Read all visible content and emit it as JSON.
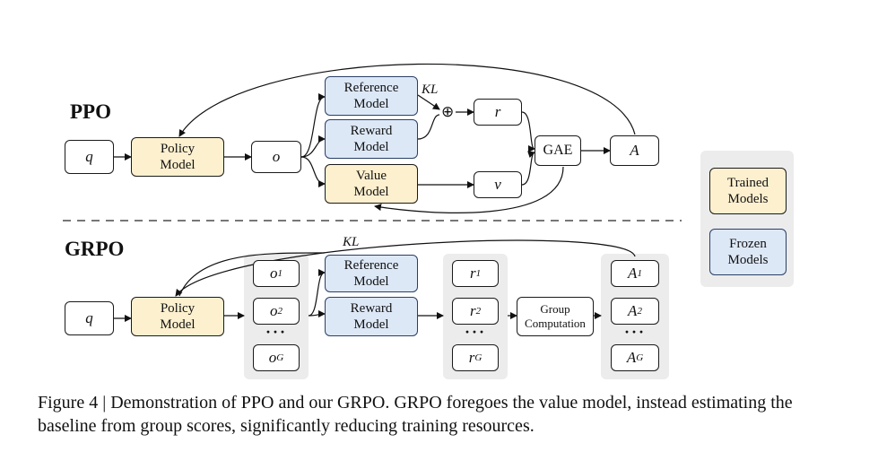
{
  "ppo": {
    "title": "PPO",
    "q": "q",
    "policy_line1": "Policy",
    "policy_line2": "Model",
    "o": "o",
    "reference_line1": "Reference",
    "reference_line2": "Model",
    "reward_line1": "Reward",
    "reward_line2": "Model",
    "value_line1": "Value",
    "value_line2": "Model",
    "kl": "KL",
    "plus": "⊕",
    "r": "r",
    "v": "v",
    "gae": "GAE",
    "a": "A"
  },
  "grpo": {
    "title": "GRPO",
    "q": "q",
    "policy_line1": "Policy",
    "policy_line2": "Model",
    "o_var": "o",
    "o_subs": [
      "1",
      "2",
      "G"
    ],
    "reference_line1": "Reference",
    "reference_line2": "Model",
    "reward_line1": "Reward",
    "reward_line2": "Model",
    "kl": "KL",
    "r_var": "r",
    "r_subs": [
      "1",
      "2",
      "G"
    ],
    "group_line1": "Group",
    "group_line2": "Computation",
    "a_var": "A",
    "a_subs": [
      "1",
      "2",
      "G"
    ],
    "dots": "···"
  },
  "legend": {
    "trained_line1": "Trained",
    "trained_line2": "Models",
    "frozen_line1": "Frozen",
    "frozen_line2": "Models"
  },
  "caption": "Figure 4 | Demonstration of PPO and our GRPO. GRPO foregoes the value model, instead estimating the baseline from group scores, significantly reducing training resources."
}
